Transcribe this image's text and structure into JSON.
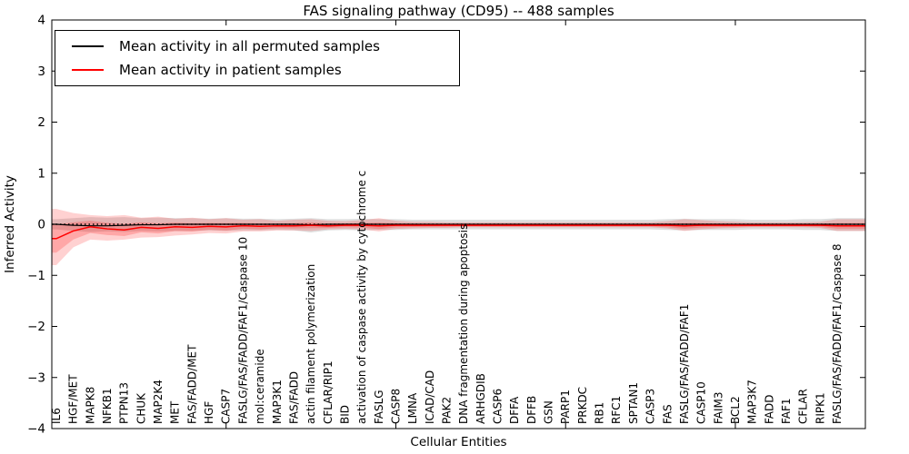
{
  "title": "FAS signaling pathway (CD95) -- 488 samples",
  "colors": {
    "permuted_line": "#000000",
    "patient_line": "#ff0000",
    "patient_band": "#ff0000",
    "permuted_band": "#888888",
    "frame": "#000000",
    "background": "#ffffff"
  },
  "chart_data": {
    "type": "line",
    "title": "FAS signaling pathway (CD95) -- 488 samples",
    "xlabel": "Cellular Entities",
    "ylabel": "Inferred Activity",
    "ylim": [
      -4,
      4
    ],
    "yticks": [
      4,
      3,
      2,
      1,
      0,
      -1,
      -2,
      -3,
      -4
    ],
    "xtick_positions": [
      10,
      20,
      30,
      40
    ],
    "grid": false,
    "legend_position": "upper left",
    "zero_line": {
      "y": 0,
      "style": "dotted",
      "color": "#000000"
    },
    "categories": [
      "IL6",
      "HGF/MET",
      "MAPK8",
      "NFKB1",
      "PTPN13",
      "CHUK",
      "MAP2K4",
      "MET",
      "FAS/FADD/MET",
      "HGF",
      "CASP7",
      "FASLG/FAS/FADD/FAF1/Caspase 10",
      "mol:ceramide",
      "MAP3K1",
      "FAS/FADD",
      "actin filament polymerization",
      "CFLAR/RIP1",
      "BID",
      "activation of caspase activity by cytochrome c",
      "FASLG",
      "CASP8",
      "LMNA",
      "ICAD/CAD",
      "PAK2",
      "DNA fragmentation during apoptosis",
      "ARHGDIB",
      "CASP6",
      "DFFA",
      "DFFB",
      "GSN",
      "PARP1",
      "PRKDC",
      "RB1",
      "RFC1",
      "SPTAN1",
      "CASP3",
      "FAS",
      "FASLG/FAS/FADD/FAF1",
      "CASP10",
      "FAIM3",
      "BCL2",
      "MAP3K7",
      "FADD",
      "FAF1",
      "CFLAR",
      "RIPK1",
      "FASLG/FAS/FADD/FAF1/Caspase 8"
    ],
    "series": [
      {
        "name": "Mean activity in all permuted samples",
        "color": "#000000",
        "values": [
          0,
          -0.02,
          -0.03,
          -0.03,
          -0.02,
          -0.01,
          -0.01,
          0,
          0,
          0,
          0,
          0,
          0,
          0,
          0,
          -0.01,
          0,
          0,
          0,
          0,
          0,
          0,
          0,
          0,
          0,
          0,
          0,
          0,
          0,
          0,
          0,
          0,
          0,
          0,
          0,
          0,
          0,
          0,
          0,
          0,
          0,
          0,
          0,
          0,
          0,
          0,
          0
        ],
        "band_upper": [
          0.1,
          0.12,
          0.14,
          0.13,
          0.14,
          0.12,
          0.13,
          0.12,
          0.12,
          0.11,
          0.12,
          0.11,
          0.11,
          0.1,
          0.11,
          0.12,
          0.1,
          0.1,
          0.11,
          0.1,
          0.1,
          0.09,
          0.09,
          0.09,
          0.09,
          0.09,
          0.09,
          0.09,
          0.09,
          0.09,
          0.09,
          0.09,
          0.09,
          0.09,
          0.09,
          0.09,
          0.1,
          0.11,
          0.1,
          0.1,
          0.1,
          0.09,
          0.09,
          0.09,
          0.1,
          0.1,
          0.12
        ],
        "band_lower": [
          -0.1,
          -0.13,
          -0.15,
          -0.14,
          -0.15,
          -0.13,
          -0.14,
          -0.13,
          -0.13,
          -0.12,
          -0.13,
          -0.12,
          -0.12,
          -0.11,
          -0.12,
          -0.16,
          -0.12,
          -0.11,
          -0.12,
          -0.11,
          -0.11,
          -0.1,
          -0.1,
          -0.1,
          -0.1,
          -0.1,
          -0.1,
          -0.1,
          -0.1,
          -0.1,
          -0.1,
          -0.1,
          -0.1,
          -0.1,
          -0.1,
          -0.1,
          -0.11,
          -0.12,
          -0.11,
          -0.11,
          -0.11,
          -0.1,
          -0.1,
          -0.1,
          -0.11,
          -0.11,
          -0.13
        ]
      },
      {
        "name": "Mean activity in patient samples",
        "color": "#ff0000",
        "values": [
          -0.28,
          -0.13,
          -0.05,
          -0.09,
          -0.11,
          -0.06,
          -0.08,
          -0.05,
          -0.06,
          -0.04,
          -0.05,
          -0.03,
          -0.04,
          -0.03,
          -0.03,
          -0.02,
          -0.03,
          -0.02,
          -0.02,
          -0.03,
          -0.02,
          -0.02,
          -0.02,
          -0.02,
          -0.02,
          -0.02,
          -0.02,
          -0.02,
          -0.02,
          -0.02,
          -0.02,
          -0.02,
          -0.02,
          -0.02,
          -0.02,
          -0.02,
          -0.02,
          -0.03,
          -0.02,
          -0.02,
          -0.02,
          -0.02,
          -0.02,
          -0.02,
          -0.02,
          -0.02,
          -0.03
        ],
        "band_upper": [
          0.3,
          0.22,
          0.18,
          0.16,
          0.18,
          0.13,
          0.15,
          0.11,
          0.13,
          0.1,
          0.12,
          0.09,
          0.1,
          0.07,
          0.09,
          0.1,
          0.07,
          0.06,
          0.08,
          0.12,
          0.07,
          0.05,
          0.05,
          0.04,
          0.04,
          0.04,
          0.04,
          0.04,
          0.04,
          0.04,
          0.04,
          0.04,
          0.04,
          0.04,
          0.04,
          0.04,
          0.06,
          0.1,
          0.08,
          0.06,
          0.05,
          0.04,
          0.04,
          0.04,
          0.04,
          0.05,
          0.1
        ],
        "band_lower": [
          -0.8,
          -0.45,
          -0.3,
          -0.32,
          -0.3,
          -0.26,
          -0.25,
          -0.22,
          -0.2,
          -0.17,
          -0.18,
          -0.14,
          -0.14,
          -0.12,
          -0.12,
          -0.13,
          -0.1,
          -0.09,
          -0.1,
          -0.14,
          -0.09,
          -0.08,
          -0.07,
          -0.07,
          -0.06,
          -0.06,
          -0.06,
          -0.06,
          -0.06,
          -0.06,
          -0.06,
          -0.06,
          -0.06,
          -0.06,
          -0.06,
          -0.06,
          -0.08,
          -0.13,
          -0.1,
          -0.08,
          -0.07,
          -0.06,
          -0.06,
          -0.06,
          -0.06,
          -0.07,
          -0.13
        ]
      }
    ]
  },
  "legend": {
    "entries": [
      {
        "label": "Mean activity in all permuted samples",
        "color": "#000000"
      },
      {
        "label": "Mean activity in patient samples",
        "color": "#ff0000"
      }
    ]
  }
}
